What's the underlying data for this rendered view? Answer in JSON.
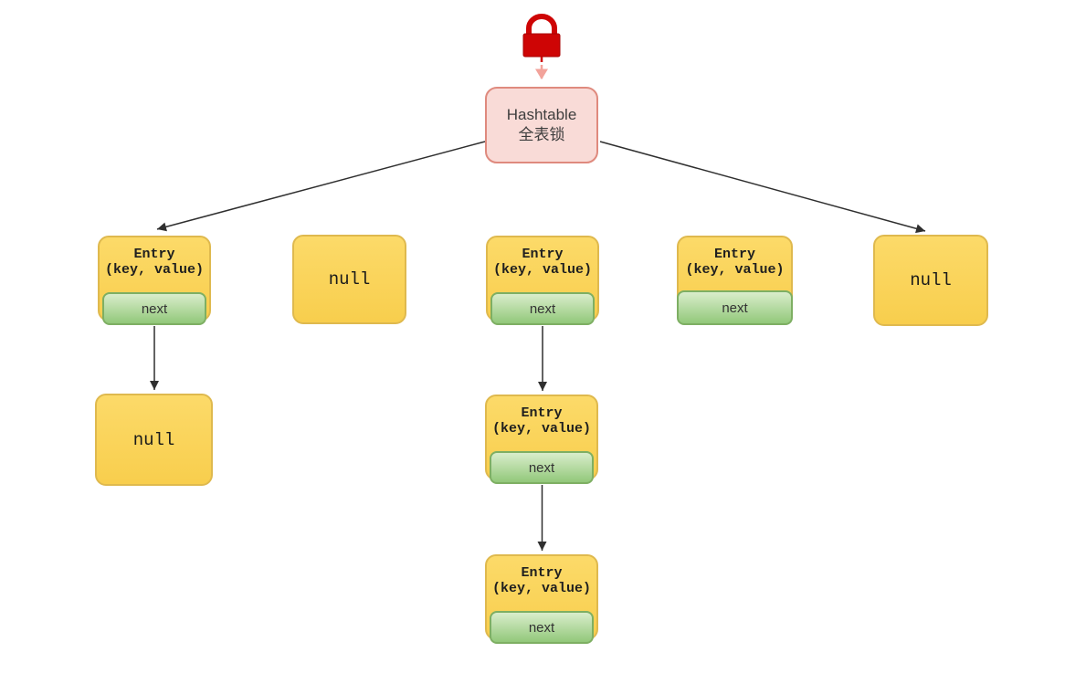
{
  "root_node": {
    "title": "Hashtable",
    "subtitle": "全表锁"
  },
  "buckets": [
    {
      "type": "entry",
      "title": "Entry",
      "subtitle": "(key, value)",
      "next_label": "next"
    },
    {
      "type": "null",
      "label": "null"
    },
    {
      "type": "entry",
      "title": "Entry",
      "subtitle": "(key, value)",
      "next_label": "next"
    },
    {
      "type": "entry",
      "title": "Entry",
      "subtitle": "(key, value)",
      "next_label": "next"
    },
    {
      "type": "null",
      "label": "null"
    }
  ],
  "chains": {
    "bucket0": [
      {
        "type": "null",
        "label": "null"
      }
    ],
    "bucket2": [
      {
        "type": "entry",
        "title": "Entry",
        "subtitle": "(key, value)",
        "next_label": "next"
      },
      {
        "type": "entry",
        "title": "Entry",
        "subtitle": "(key, value)",
        "next_label": "next"
      }
    ]
  },
  "icons": {
    "lock": "lock-icon"
  },
  "colors": {
    "lock_red": "#CE0505",
    "lock_arrow_pink": "#F2A39B",
    "root_fill": "#F9DBD7",
    "root_border": "#DF8A7E",
    "entry_fill": "#FAD45C",
    "entry_border": "#DFB94E",
    "next_fill": "#A9D48E",
    "next_border": "#7EAF63",
    "edge": "#2F2F2F",
    "background": "#FFFFFF"
  }
}
